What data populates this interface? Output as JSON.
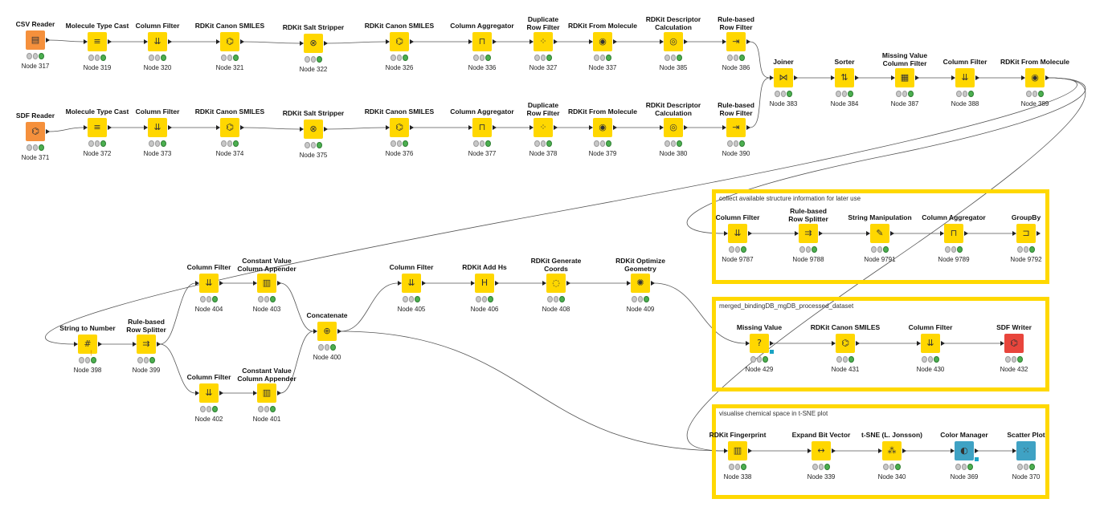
{
  "annotations": [
    {
      "id": "a1",
      "label": "collect available structure information for later use"
    },
    {
      "id": "a2",
      "label": "merged_bindingDB_mgDB_processed_dataset"
    },
    {
      "id": "a3",
      "label": "visualise chemical space in t-SNE plot"
    }
  ],
  "nodes": [
    {
      "id": "n317",
      "title": "CSV Reader",
      "label": "Node 317",
      "kind": "source",
      "icon": "table-icon",
      "glyph": "▤"
    },
    {
      "id": "n319",
      "title": "Molecule Type Cast",
      "label": "Node 319",
      "kind": "mid",
      "icon": "cast-icon",
      "glyph": "≡"
    },
    {
      "id": "n320",
      "title": "Column Filter",
      "label": "Node 320",
      "kind": "mid",
      "icon": "filter-icon",
      "glyph": "⇊"
    },
    {
      "id": "n321",
      "title": "RDKit Canon SMILES",
      "label": "Node 321",
      "kind": "mid",
      "icon": "molecule-icon",
      "glyph": "⌬"
    },
    {
      "id": "n322",
      "title": "RDKit Salt Stripper",
      "label": "Node 322",
      "kind": "mid",
      "icon": "salt-icon",
      "glyph": "⊗"
    },
    {
      "id": "n326",
      "title": "RDKit Canon SMILES",
      "label": "Node 326",
      "kind": "mid",
      "icon": "molecule-icon",
      "glyph": "⌬"
    },
    {
      "id": "n336",
      "title": "Column Aggregator",
      "label": "Node 336",
      "kind": "mid",
      "icon": "aggregate-icon",
      "glyph": "⊓"
    },
    {
      "id": "n327",
      "title": "Duplicate\nRow Filter",
      "label": "Node 327",
      "kind": "mid",
      "icon": "dots-icon",
      "glyph": "⁘"
    },
    {
      "id": "n337",
      "title": "RDKit From Molecule",
      "label": "Node 337",
      "kind": "mid",
      "icon": "molecule-icon",
      "glyph": "◉"
    },
    {
      "id": "n385",
      "title": "RDKit Descriptor\nCalculation",
      "label": "Node 385",
      "kind": "mid",
      "icon": "descriptor-icon",
      "glyph": "◎"
    },
    {
      "id": "n386",
      "title": "Rule-based\nRow Filter",
      "label": "Node 386",
      "kind": "mid",
      "icon": "arrow-icon",
      "glyph": "⇥"
    },
    {
      "id": "n371",
      "title": "SDF Reader",
      "label": "Node 371",
      "kind": "source",
      "icon": "sdf-icon",
      "glyph": "⌬"
    },
    {
      "id": "n372",
      "title": "Molecule Type Cast",
      "label": "Node 372",
      "kind": "mid",
      "icon": "cast-icon",
      "glyph": "≡"
    },
    {
      "id": "n373",
      "title": "Column Filter",
      "label": "Node 373",
      "kind": "mid",
      "icon": "filter-icon",
      "glyph": "⇊"
    },
    {
      "id": "n374",
      "title": "RDKit Canon SMILES",
      "label": "Node 374",
      "kind": "mid",
      "icon": "molecule-icon",
      "glyph": "⌬"
    },
    {
      "id": "n375",
      "title": "RDKit Salt Stripper",
      "label": "Node 375",
      "kind": "mid",
      "icon": "salt-icon",
      "glyph": "⊗"
    },
    {
      "id": "n376",
      "title": "RDKit Canon SMILES",
      "label": "Node 376",
      "kind": "mid",
      "icon": "molecule-icon",
      "glyph": "⌬"
    },
    {
      "id": "n377",
      "title": "Column Aggregator",
      "label": "Node 377",
      "kind": "mid",
      "icon": "aggregate-icon",
      "glyph": "⊓"
    },
    {
      "id": "n378",
      "title": "Duplicate\nRow Filter",
      "label": "Node 378",
      "kind": "mid",
      "icon": "dots-icon",
      "glyph": "⁘"
    },
    {
      "id": "n379",
      "title": "RDKit From Molecule",
      "label": "Node 379",
      "kind": "mid",
      "icon": "molecule-icon",
      "glyph": "◉"
    },
    {
      "id": "n380",
      "title": "RDKit Descriptor\nCalculation",
      "label": "Node 380",
      "kind": "mid",
      "icon": "descriptor-icon",
      "glyph": "◎"
    },
    {
      "id": "n390",
      "title": "Rule-based\nRow Filter",
      "label": "Node 390",
      "kind": "mid",
      "icon": "arrow-icon",
      "glyph": "⇥"
    },
    {
      "id": "n383",
      "title": "Joiner",
      "label": "Node 383",
      "kind": "mid",
      "icon": "joiner-icon",
      "glyph": "⋈"
    },
    {
      "id": "n384",
      "title": "Sorter",
      "label": "Node 384",
      "kind": "mid",
      "icon": "sort-icon",
      "glyph": "⇅"
    },
    {
      "id": "n387",
      "title": "Missing Value\nColumn Filter",
      "label": "Node 387",
      "kind": "mid",
      "icon": "grid-icon",
      "glyph": "▦"
    },
    {
      "id": "n388",
      "title": "Column Filter",
      "label": "Node 388",
      "kind": "mid",
      "icon": "filter-icon",
      "glyph": "⇊"
    },
    {
      "id": "n389",
      "title": "RDKit From Molecule",
      "label": "Node 389",
      "kind": "mid",
      "icon": "molecule-icon",
      "glyph": "◉"
    },
    {
      "id": "n9787",
      "title": "Column Filter",
      "label": "Node 9787",
      "kind": "mid",
      "icon": "filter-icon",
      "glyph": "⇊"
    },
    {
      "id": "n9788",
      "title": "Rule-based\nRow Splitter",
      "label": "Node 9788",
      "kind": "mid",
      "icon": "split-icon",
      "glyph": "⇉"
    },
    {
      "id": "n9791",
      "title": "String Manipulation",
      "label": "Node 9791",
      "kind": "mid",
      "icon": "string-icon",
      "glyph": "✎"
    },
    {
      "id": "n9789",
      "title": "Column Aggregator",
      "label": "Node 9789",
      "kind": "mid",
      "icon": "aggregate-icon",
      "glyph": "⊓"
    },
    {
      "id": "n9792",
      "title": "GroupBy",
      "label": "Node 9792",
      "kind": "mid",
      "icon": "groupby-icon",
      "glyph": "⊐"
    },
    {
      "id": "n398",
      "title": "String to Number",
      "label": "Node 398",
      "kind": "mid",
      "icon": "number-icon",
      "glyph": "#"
    },
    {
      "id": "n399",
      "title": "Rule-based\nRow Splitter",
      "label": "Node 399",
      "kind": "mid",
      "icon": "split-icon",
      "glyph": "⇉"
    },
    {
      "id": "n404",
      "title": "Column Filter",
      "label": "Node 404",
      "kind": "mid",
      "icon": "filter-icon",
      "glyph": "⇊"
    },
    {
      "id": "n403",
      "title": "Constant Value\nColumn Appender",
      "label": "Node 403",
      "kind": "mid",
      "icon": "append-icon",
      "glyph": "▥"
    },
    {
      "id": "n402",
      "title": "Column Filter",
      "label": "Node 402",
      "kind": "mid",
      "icon": "filter-icon",
      "glyph": "⇊"
    },
    {
      "id": "n401",
      "title": "Constant Value\nColumn Appender",
      "label": "Node 401",
      "kind": "mid",
      "icon": "append-icon",
      "glyph": "▥"
    },
    {
      "id": "n400",
      "title": "Concatenate",
      "label": "Node 400",
      "kind": "mid",
      "icon": "concat-icon",
      "glyph": "⊕"
    },
    {
      "id": "n405",
      "title": "Column Filter",
      "label": "Node 405",
      "kind": "mid",
      "icon": "filter-icon",
      "glyph": "⇊"
    },
    {
      "id": "n406",
      "title": "RDKit Add Hs",
      "label": "Node 406",
      "kind": "mid",
      "icon": "hydrogen-icon",
      "glyph": "H"
    },
    {
      "id": "n408",
      "title": "RDKit Generate\nCoords",
      "label": "Node 408",
      "kind": "mid",
      "icon": "coords-icon",
      "glyph": "◌"
    },
    {
      "id": "n409",
      "title": "RDKit Optimize\nGeometry",
      "label": "Node 409",
      "kind": "mid",
      "icon": "geometry-icon",
      "glyph": "✺"
    },
    {
      "id": "n429",
      "title": "Missing Value",
      "label": "Node 429",
      "kind": "mid",
      "icon": "question-icon",
      "glyph": "?"
    },
    {
      "id": "n431",
      "title": "RDKit Canon SMILES",
      "label": "Node 431",
      "kind": "mid",
      "icon": "molecule-icon",
      "glyph": "⌬"
    },
    {
      "id": "n430",
      "title": "Column Filter",
      "label": "Node 430",
      "kind": "mid",
      "icon": "filter-icon",
      "glyph": "⇊"
    },
    {
      "id": "n432",
      "title": "SDF Writer",
      "label": "Node 432",
      "kind": "sink",
      "icon": "sdf-writer-icon",
      "glyph": "⌬"
    },
    {
      "id": "n338",
      "title": "RDKit Fingerprint",
      "label": "Node 338",
      "kind": "mid",
      "icon": "fingerprint-icon",
      "glyph": "▥"
    },
    {
      "id": "n339",
      "title": "Expand Bit Vector",
      "label": "Node 339",
      "kind": "mid",
      "icon": "expand-icon",
      "glyph": "↔"
    },
    {
      "id": "n340",
      "title": "t-SNE (L. Jonsson)",
      "label": "Node 340",
      "kind": "mid",
      "icon": "tsne-icon",
      "glyph": "⁂"
    },
    {
      "id": "n369",
      "title": "Color Manager",
      "label": "Node 369",
      "kind": "viz",
      "icon": "color-icon",
      "glyph": "◐"
    },
    {
      "id": "n370",
      "title": "Scatter Plot",
      "label": "Node 370",
      "kind": "viz",
      "icon": "scatter-icon",
      "glyph": "⁙"
    }
  ]
}
